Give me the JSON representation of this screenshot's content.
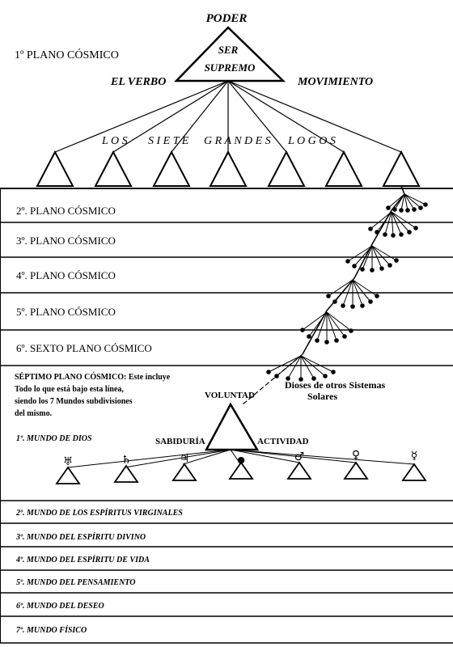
{
  "top": {
    "plane1_label": "1º PLANO CÓSMICO",
    "poder": "PODER",
    "ser": "SER",
    "supremo": "SUPREMO",
    "el_verbo": "EL VERBO",
    "movimiento": "MOVIMIENTO",
    "siete_logos": [
      "L O S",
      "S I E T E",
      "G R A N D E S",
      "L O G O S"
    ]
  },
  "planes": [
    "2º. PLANO CÓSMICO",
    "3º. PLANO CÓSMICO",
    "4º. PLANO CÓSMICO",
    "5º. PLANO CÓSMICO",
    "6º. SEXTO PLANO CÓSMICO"
  ],
  "septimo": {
    "lines": [
      "SÉPTIMO PLANO CÓSMICO: Este incluye",
      "Todo lo que está bajo esta línea,",
      "siendo los 7 Mundos subdivisiones",
      "del mismo."
    ],
    "voluntad": "VOLUNTAD",
    "dioses": [
      "Dioses de otros Sistemas",
      "Solares"
    ],
    "sabiduria": "SABIDURÍA",
    "actividad": "ACTIVIDAD",
    "mundo1": "1º. MUNDO DE DIOS",
    "planet_symbols": [
      "♅",
      "♄",
      "♃",
      "●",
      "♂",
      "♀",
      "☿"
    ]
  },
  "worlds": [
    "2º. MUNDO DE LOS ESPÍRITUS VIRGINALES",
    "3º. MUNDO DEL ESPÍRITU DIVINO",
    "4º. MUNDO DEL ESPÍRITU DE VIDA",
    "5º. MUNDO DEL PENSAMIENTO",
    "6º. MUNDO DEL DESEO",
    "7º. MUNDO FÍSICO"
  ]
}
